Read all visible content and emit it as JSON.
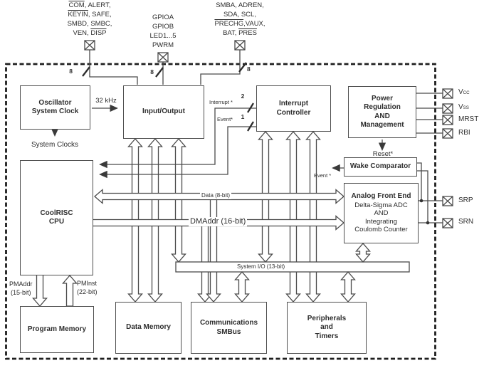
{
  "blocks": {
    "oscillator": "Oscillator\nSystem Clock",
    "io": "Input/Output",
    "interrupt_controller": "Interrupt\nController",
    "power": "Power\nRegulation\nAND\nManagement",
    "wake": "Wake Comparator",
    "afe_title": "Analog Front End",
    "afe_body": "Delta-Sigma ADC\nAND\nIntegrating\nCoulomb Counter",
    "cpu": "CoolRISC\nCPU",
    "program_memory": "Program Memory",
    "data_memory": "Data Memory",
    "comms": "Communications\nSMBus",
    "periph": "Peripherals\nand\nTimers"
  },
  "pads": {
    "group1": {
      "lines": [
        [
          {
            "text": "COM",
            "bar": true
          },
          {
            "text": ", ALERT,"
          }
        ],
        [
          {
            "text": "KEYIN",
            "bar": true
          },
          {
            "text": ", SAFE,"
          }
        ],
        [
          {
            "text": "SMBD, SMBC,"
          }
        ],
        [
          {
            "text": "VEN, "
          },
          {
            "text": "DISP",
            "bar": true
          }
        ]
      ]
    },
    "group2": {
      "lines": [
        [
          {
            "text": "GPIOA"
          }
        ],
        [
          {
            "text": "GPIOB"
          }
        ],
        [
          {
            "text": "LED1...5"
          }
        ],
        [
          {
            "text": "PWRM"
          }
        ]
      ]
    },
    "group3": {
      "lines": [
        [
          {
            "text": "SMBA, ADREN,"
          }
        ],
        [
          {
            "text": "SDA, SCL,"
          }
        ],
        [
          {
            "text": "PRECHG",
            "bar": true
          },
          {
            "text": ",VAUX,"
          }
        ],
        [
          {
            "text": "BAT, "
          },
          {
            "text": "PRES",
            "bar": true
          }
        ]
      ]
    }
  },
  "pins": {
    "vcc": [
      {
        "text": "V"
      },
      {
        "text": "CC",
        "sub": true
      }
    ],
    "vss": [
      {
        "text": "V"
      },
      {
        "text": "SS",
        "sub": true
      }
    ],
    "mrst": "MRST",
    "rbi": "RBI",
    "srp": "SRP",
    "srn": "SRN"
  },
  "buses": {
    "data": "Data (8-bit)",
    "dmaddr": "DMAddr (16-bit)",
    "sysio": "System I/O (13-bit)",
    "pmaddr": "PMAddr",
    "pmaddr_width": "(15-bit)",
    "pminst": "PMInst",
    "pminst_width": "(22-bit)"
  },
  "signals": {
    "clock_32khz": "32 kHz",
    "system_clocks": "System Clocks",
    "interrupt_label": "Interrupt *",
    "interrupt_width": "2",
    "event_label": "Event*",
    "event_width": "1",
    "reset": "Reset*",
    "wake_event": "Event *"
  },
  "bus_widths": {
    "group1": "8",
    "group2": "8",
    "group3": "8"
  },
  "colors": {
    "line": "#4a4a4a",
    "text": "#2e2e2e"
  }
}
